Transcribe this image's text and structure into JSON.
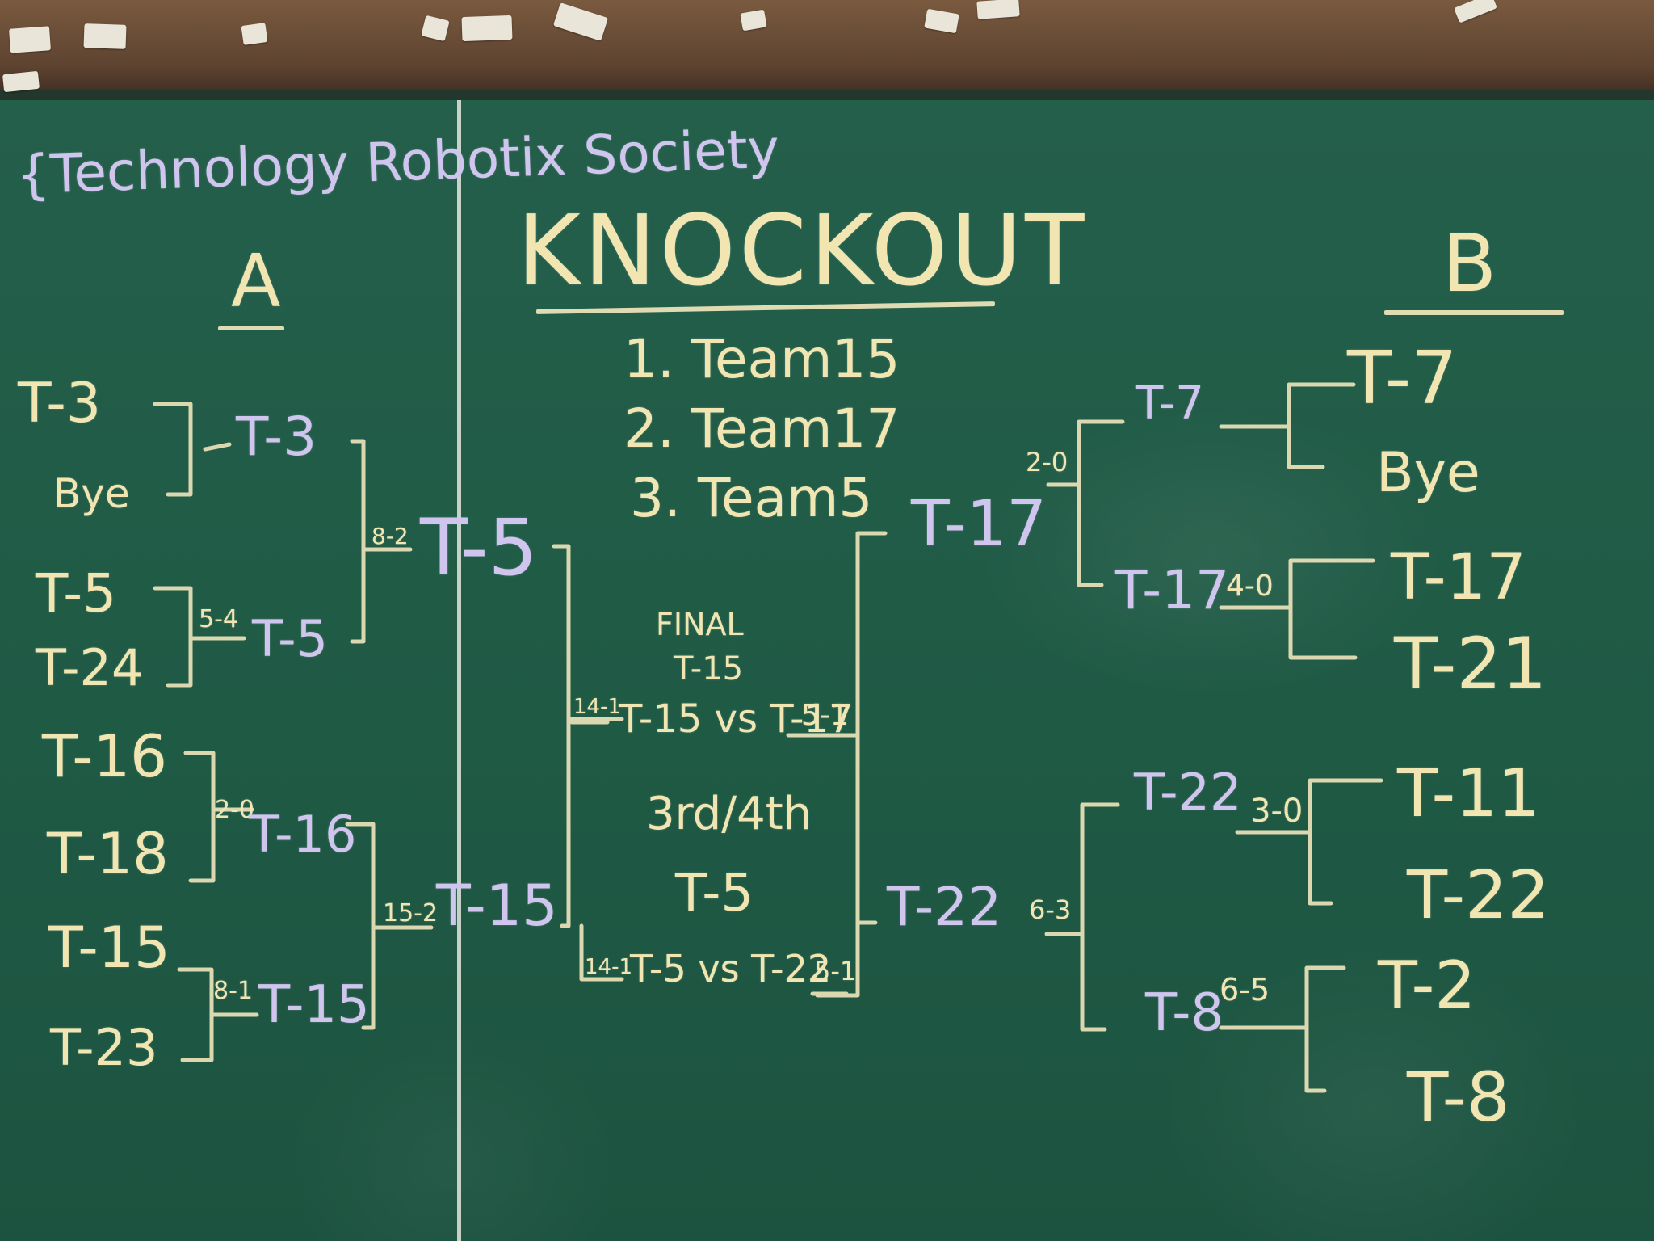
{
  "header": {
    "society": "{Technology Robotix Society",
    "title": "KNOCKOUT"
  },
  "results": [
    "1. Team15",
    "2. Team17",
    "3. Team5"
  ],
  "group_a": {
    "label": "A",
    "round1": [
      "T-3",
      "Bye",
      "T-5",
      "T-24",
      "T-16",
      "T-18",
      "T-15",
      "T-23"
    ],
    "round1_scores": [
      "5-4",
      "2-0",
      "8-1"
    ],
    "round2": [
      "T-3",
      "T-5",
      "T-16",
      "T-15"
    ],
    "round2_scores": [
      "8-2",
      "15-2"
    ],
    "round3": [
      "T-5",
      "T-15"
    ]
  },
  "group_b": {
    "label": "B",
    "round1": [
      "T-7",
      "Bye",
      "T-17",
      "T-21",
      "T-11",
      "T-22",
      "T-2",
      "T-8"
    ],
    "round1_scores": [
      "4-0",
      "3-0",
      "6-5"
    ],
    "round2": [
      "T-7",
      "T-17",
      "T-22",
      "T-8"
    ],
    "round2_scores": [
      "2-0",
      "6-3"
    ],
    "round3": [
      "T-17",
      "T-22"
    ]
  },
  "final": {
    "label": "FINAL",
    "winner": "T-15",
    "left_score": "14-1",
    "match": "T-15 vs T-17",
    "right_score": "5-1"
  },
  "third_place": {
    "label": "3rd/4th",
    "winner": "T-5",
    "left_score": "14-1",
    "match": "T-5 vs T-22",
    "right_score": "5-1"
  }
}
